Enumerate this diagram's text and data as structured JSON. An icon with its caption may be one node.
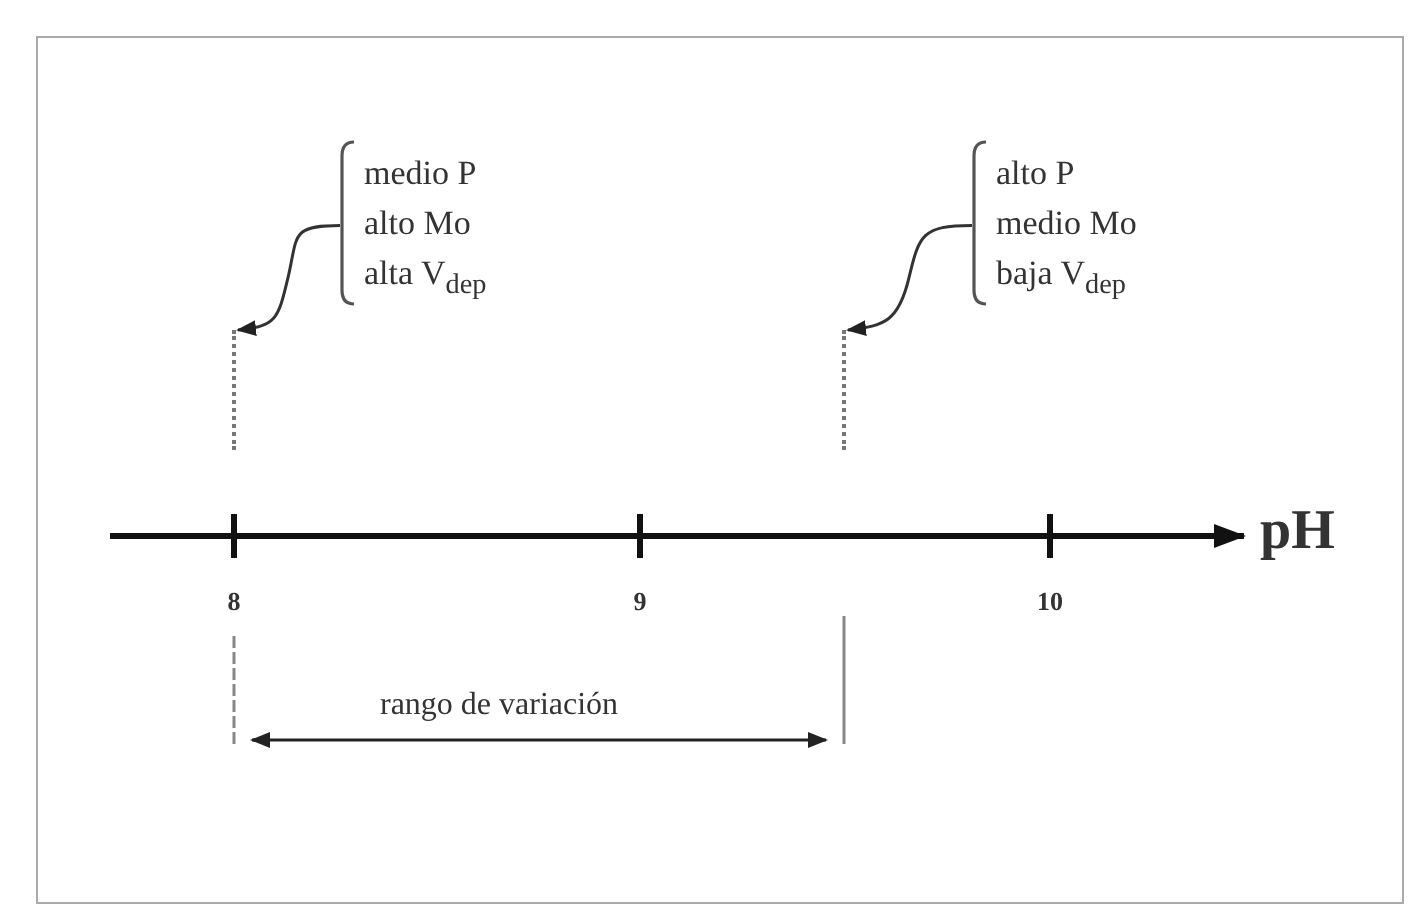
{
  "diagram": {
    "nodes": [
      {
        "text": [
          "medio P",
          "alto Mo",
          "alta V$_{dep}$"
        ]
      },
      {
        "text": [],
        "shape": "bar"
      },
      {
        "text": [
          "alto P",
          "medio Mo",
          "baja V$_{dep}$"
        ]
      },
      {
        "text": [],
        "shape": "bar"
      }
    ],
    "edges": [
      {
        "from": 0,
        "to": 1,
        "arrow": "to"
      },
      {
        "from": 2,
        "to": 3,
        "arrow": "to"
      }
    ],
    "labels": [
      "8",
      "9",
      "10",
      "pH",
      "rango de variación"
    ]
  }
}
